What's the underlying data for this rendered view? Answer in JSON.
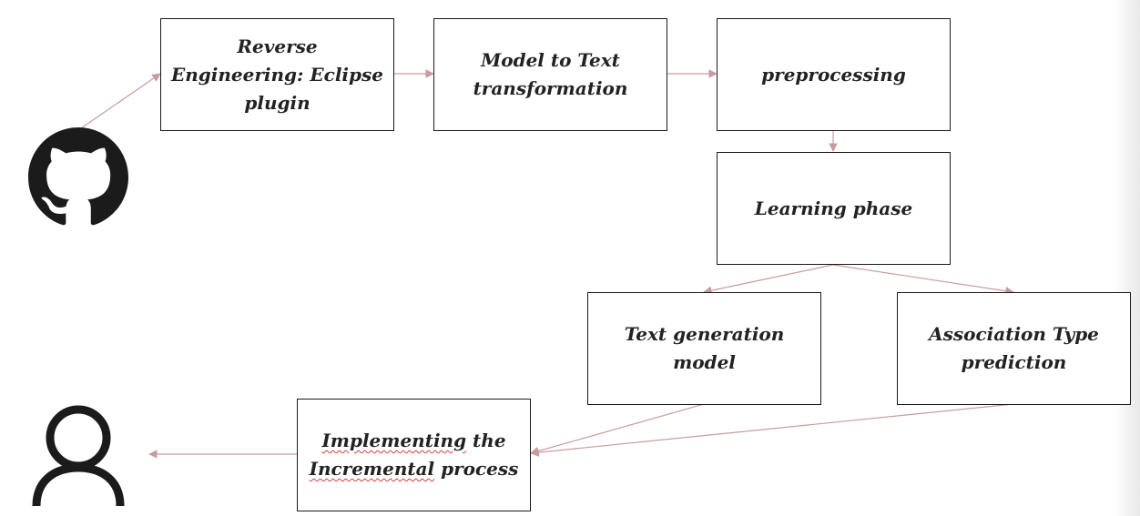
{
  "colors": {
    "arrow": "#c89ba0",
    "box_border": "#1a1a1a",
    "text": "#222222",
    "icon": "#1b1b1b",
    "spellcheck": "#d23c3c"
  },
  "icons": {
    "source": "github-icon",
    "user": "user-icon"
  },
  "nodes": {
    "reverse_engineering": {
      "line1": "Reverse Engineering:",
      "line2": "Eclipse plugin"
    },
    "model_to_text": {
      "line1": "Model to Text",
      "line2": "transformation"
    },
    "preprocessing": {
      "line1": "preprocessing"
    },
    "learning_phase": {
      "line1": "Learning phase"
    },
    "text_generation": {
      "line1": "Text generation model"
    },
    "association_type": {
      "line1": "Association Type",
      "line2": "prediction"
    },
    "implementing": {
      "line1_a": "Implementing",
      "line1_b": " the",
      "line2_a": "Incremental",
      "line2_b": " process"
    }
  }
}
